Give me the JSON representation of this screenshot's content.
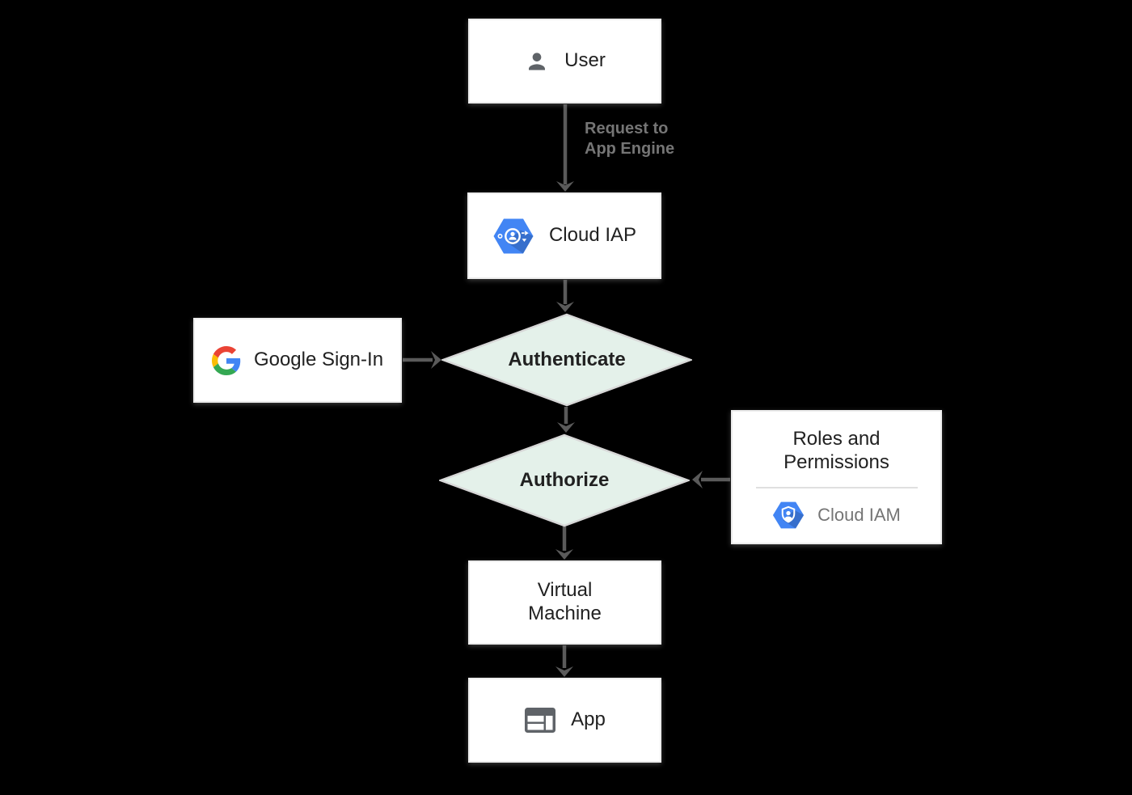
{
  "diagram": {
    "nodes": {
      "user": {
        "label": "User"
      },
      "cloud_iap": {
        "label": "Cloud IAP"
      },
      "google_signin": {
        "label": "Google Sign-In"
      },
      "authenticate": {
        "label": "Authenticate"
      },
      "authorize": {
        "label": "Authorize"
      },
      "roles_permissions": {
        "title": "Roles and\nPermissions",
        "service": "Cloud IAM"
      },
      "virtual_machine": {
        "label": "Virtual\nMachine"
      },
      "app": {
        "label": "App"
      }
    },
    "edges": {
      "request_label": "Request to\nApp Engine"
    },
    "icons": {
      "user": "person-icon",
      "cloud_iap": "gcp-iap-hexagon-icon",
      "google_signin": "google-g-icon",
      "cloud_iam": "gcp-iam-hexagon-icon",
      "app": "app-window-icon"
    },
    "colors": {
      "background": "#000000",
      "node_fill": "#ffffff",
      "node_border": "#ececec",
      "decision_fill": "#e4f1ea",
      "decision_border": "#d7d7d7",
      "arrow": "#5a5a5a",
      "text_primary": "#212121",
      "text_secondary": "#757575",
      "icon_gray": "#5f6368",
      "google_blue": "#4285f4",
      "google_red": "#ea4335",
      "google_yellow": "#fbbc05",
      "google_green": "#34a853"
    }
  }
}
